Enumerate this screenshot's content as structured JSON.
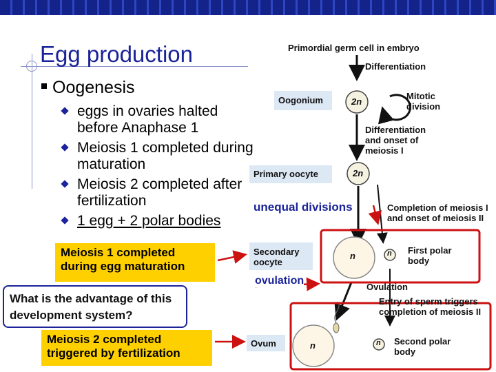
{
  "slide": {
    "title": "Egg production",
    "subtitle": "Oogenesis",
    "bullets": [
      "eggs in ovaries halted before Anaphase 1",
      "Meiosis 1 completed during maturation",
      "Meiosis 2 completed after fertilization",
      "1 egg + 2 polar bodies"
    ],
    "callout_1": "Meiosis 1 completed during egg maturation",
    "question": "What is the advantage of this development system?",
    "callout_2": "Meiosis 2 completed triggered by fertilization",
    "unequal_label": "unequal divisions",
    "ovulation_label": "ovulation"
  },
  "diagram": {
    "primordial": "Primordial germ cell in embryo",
    "differentiation": "Differentiation",
    "oogonium": "Oogonium",
    "mitotic": "Mitotic division",
    "diff_onset": "Differentiation and onset of meiosis I",
    "primary": "Primary oocyte",
    "completion1": "Completion of meiosis I and onset of meiosis II",
    "secondary": "Secondary oocyte",
    "first_polar": "First polar body",
    "ovulation": "Ovulation",
    "sperm_entry": "Entry of sperm triggers completion of meiosis II",
    "ovum": "Ovum",
    "second_polar": "Second polar body",
    "ploidy_2n": "2n",
    "ploidy_n": "n"
  },
  "colors": {
    "title": "#1a2399",
    "highlight": "#ffd000",
    "red_box": "#cc1111",
    "arrow": "#cc1111",
    "label_bg": "#dde8f5"
  }
}
